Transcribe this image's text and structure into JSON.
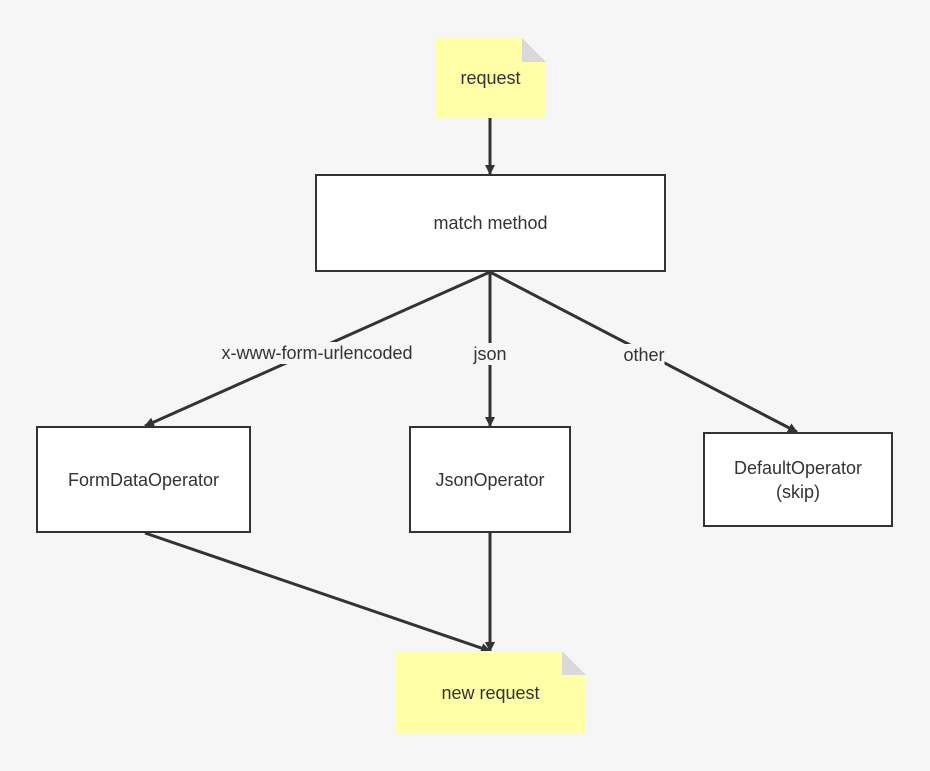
{
  "diagram": {
    "nodes": {
      "request": {
        "label": "request",
        "kind": "note"
      },
      "match": {
        "label": "match method",
        "kind": "process"
      },
      "form": {
        "label": "FormDataOperator",
        "kind": "process"
      },
      "json": {
        "label": "JsonOperator",
        "kind": "process"
      },
      "default": {
        "label_line1": "DefaultOperator",
        "label_line2": "(skip)",
        "kind": "process"
      },
      "new_request": {
        "label": "new request",
        "kind": "note"
      }
    },
    "edges": [
      {
        "from": "request",
        "to": "match method",
        "label": ""
      },
      {
        "from": "match method",
        "to": "FormDataOperator",
        "label": "x-www-form-urlencoded"
      },
      {
        "from": "match method",
        "to": "JsonOperator",
        "label": "json"
      },
      {
        "from": "match method",
        "to": "DefaultOperator (skip)",
        "label": "other"
      },
      {
        "from": "FormDataOperator",
        "to": "new request",
        "label": ""
      },
      {
        "from": "JsonOperator",
        "to": "new request",
        "label": ""
      }
    ],
    "colors": {
      "background": "#f6f6f6",
      "note_fill": "#ffffa8",
      "stroke": "#333333",
      "box_fill": "#ffffff"
    }
  }
}
